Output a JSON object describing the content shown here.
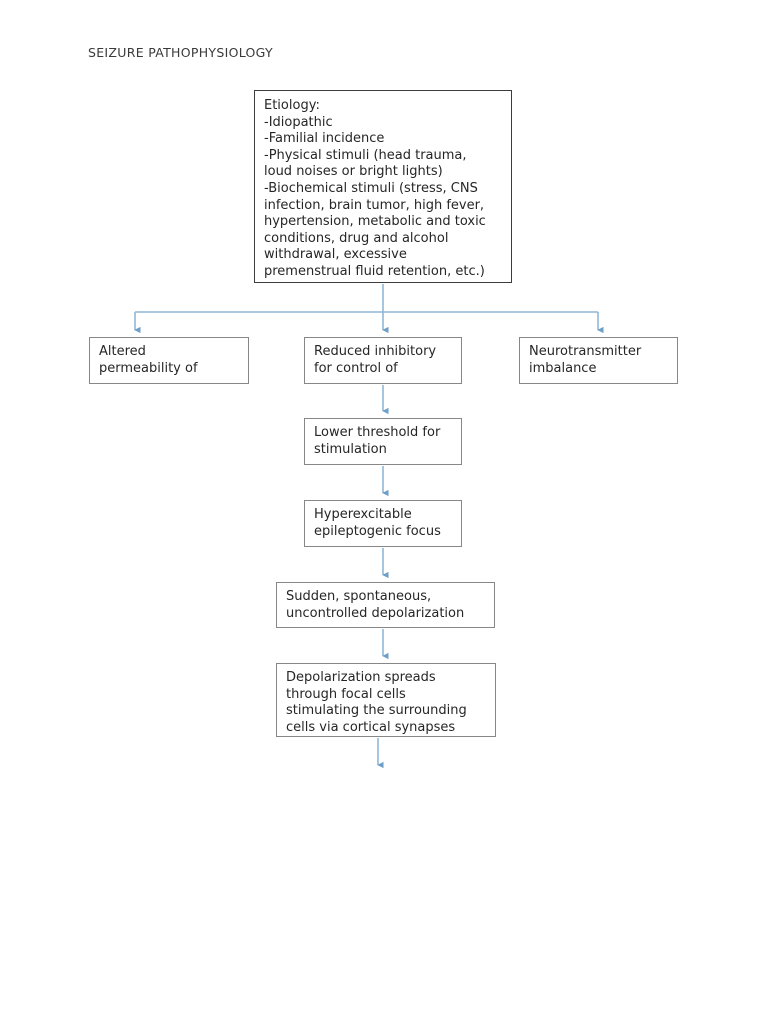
{
  "page": {
    "title": "SEIZURE PATHOPHYSIOLOGY",
    "background_color": "#ffffff",
    "connector_color": "#6f9fc8",
    "node_border_color": "#878787",
    "root_border_color": "#3d3d3d",
    "text_color": "#262626"
  },
  "diagram": {
    "type": "flowchart",
    "nodes": {
      "etiology": {
        "label": "Etiology:\n-Idiopathic\n-Familial incidence\n-Physical stimuli (head trauma,\nloud noises or bright lights)\n-Biochemical stimuli (stress, CNS\ninfection, brain tumor, high fever,\nhypertension, metabolic and toxic\nconditions, drug and alcohol\nwithdrawal, excessive\npremenstrual fluid retention, etc.)"
      },
      "altered_permeability": {
        "label": "Altered\npermeability of"
      },
      "reduced_inhibitory": {
        "label": "Reduced inhibitory\nfor control of"
      },
      "neurotransmitter_imbalance": {
        "label": "Neurotransmitter\nimbalance"
      },
      "lower_threshold": {
        "label": "Lower threshold for\nstimulation"
      },
      "hyperexcitable_focus": {
        "label": "Hyperexcitable\nepileptogenic focus"
      },
      "sudden_depolarization": {
        "label": "Sudden, spontaneous,\nuncontrolled depolarization"
      },
      "depolarization_spreads": {
        "label": "Depolarization spreads\nthrough focal cells\nstimulating the surrounding\ncells via cortical synapses"
      }
    },
    "edges": [
      {
        "from": "etiology",
        "to": "altered_permeability"
      },
      {
        "from": "etiology",
        "to": "reduced_inhibitory"
      },
      {
        "from": "etiology",
        "to": "neurotransmitter_imbalance"
      },
      {
        "from": "reduced_inhibitory",
        "to": "lower_threshold"
      },
      {
        "from": "lower_threshold",
        "to": "hyperexcitable_focus"
      },
      {
        "from": "hyperexcitable_focus",
        "to": "sudden_depolarization"
      },
      {
        "from": "sudden_depolarization",
        "to": "depolarization_spreads"
      },
      {
        "from": "depolarization_spreads",
        "to": ""
      }
    ]
  }
}
